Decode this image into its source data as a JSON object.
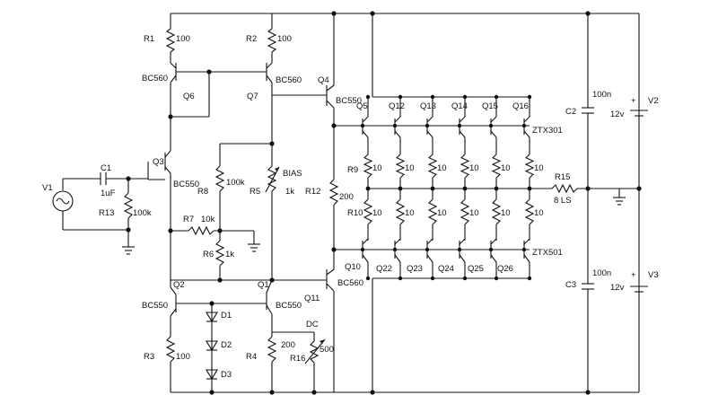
{
  "labels": {
    "r1": "R1",
    "r1v": "100",
    "r2": "R2",
    "r2v": "100",
    "q6t": "BC560",
    "q6": "Q6",
    "q7": "Q7",
    "q7t": "BC560",
    "q4": "Q4",
    "q4t": "BC550",
    "q3": "Q3",
    "q3t": "BC550",
    "c1": "C1",
    "c1v": "1uF",
    "v1": "V1",
    "r13": "R13",
    "r13v": "100k",
    "r8": "R8",
    "r8v": "100k",
    "bias": "BIAS",
    "r5": "R5",
    "r5v": "1k",
    "r12": "R12",
    "r12v": "200",
    "r7": "R7",
    "r7v": "10k",
    "r6": "R6",
    "r6v": "1k",
    "q2": "Q2",
    "q2t": "BC550",
    "q1": "Q1",
    "q1t": "BC550",
    "q11": "Q11",
    "q10": "Q10",
    "q10t": "BC560",
    "d1": "D1",
    "d2": "D2",
    "d3": "D3",
    "r3": "R3",
    "r3v": "100",
    "r4": "R4",
    "r4v": "200",
    "dc": "DC",
    "r16": "R16",
    "r16v": "500",
    "q5": "Q5",
    "q12": "Q12",
    "q13": "Q13",
    "q14": "Q14",
    "q15": "Q15",
    "q16": "Q16",
    "ztx301": "ZTX301",
    "r9": "R9",
    "r10": "R10",
    "r_emitter": "10",
    "q22": "Q22",
    "q23": "Q23",
    "q24": "Q24",
    "q25": "Q25",
    "q26": "Q26",
    "ztx501": "ZTX501",
    "r15": "R15",
    "r15v": "8 LS",
    "c2": "C2",
    "c2v": "100n",
    "c3": "C3",
    "c3v": "100n",
    "v2": "V2",
    "v2v": "12v",
    "v3": "V3",
    "v3v": "12v",
    "plus_v2": "+",
    "plus_v3": "+"
  }
}
